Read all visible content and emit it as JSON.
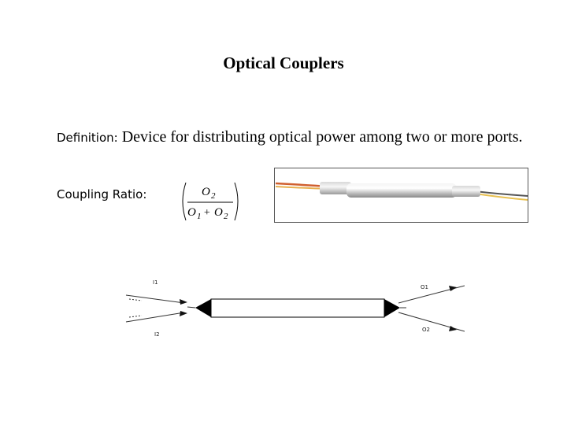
{
  "slide": {
    "title": "Optical Couplers",
    "definition_lead": "Definition:",
    "definition_text": " Device for distributing optical power among two or more ports.",
    "coupling_ratio_label": "Coupling Ratio:"
  },
  "formula": {
    "numerator": "O",
    "numerator_sub": "2",
    "denominator_o1": "O",
    "denominator_o1_sub": "1",
    "plus": "+",
    "denominator_o2": "O",
    "denominator_o2_sub": "2"
  },
  "diagram": {
    "port_i1": "I1",
    "port_i2": "I2",
    "port_o1": "O1",
    "port_o2": "O2"
  }
}
